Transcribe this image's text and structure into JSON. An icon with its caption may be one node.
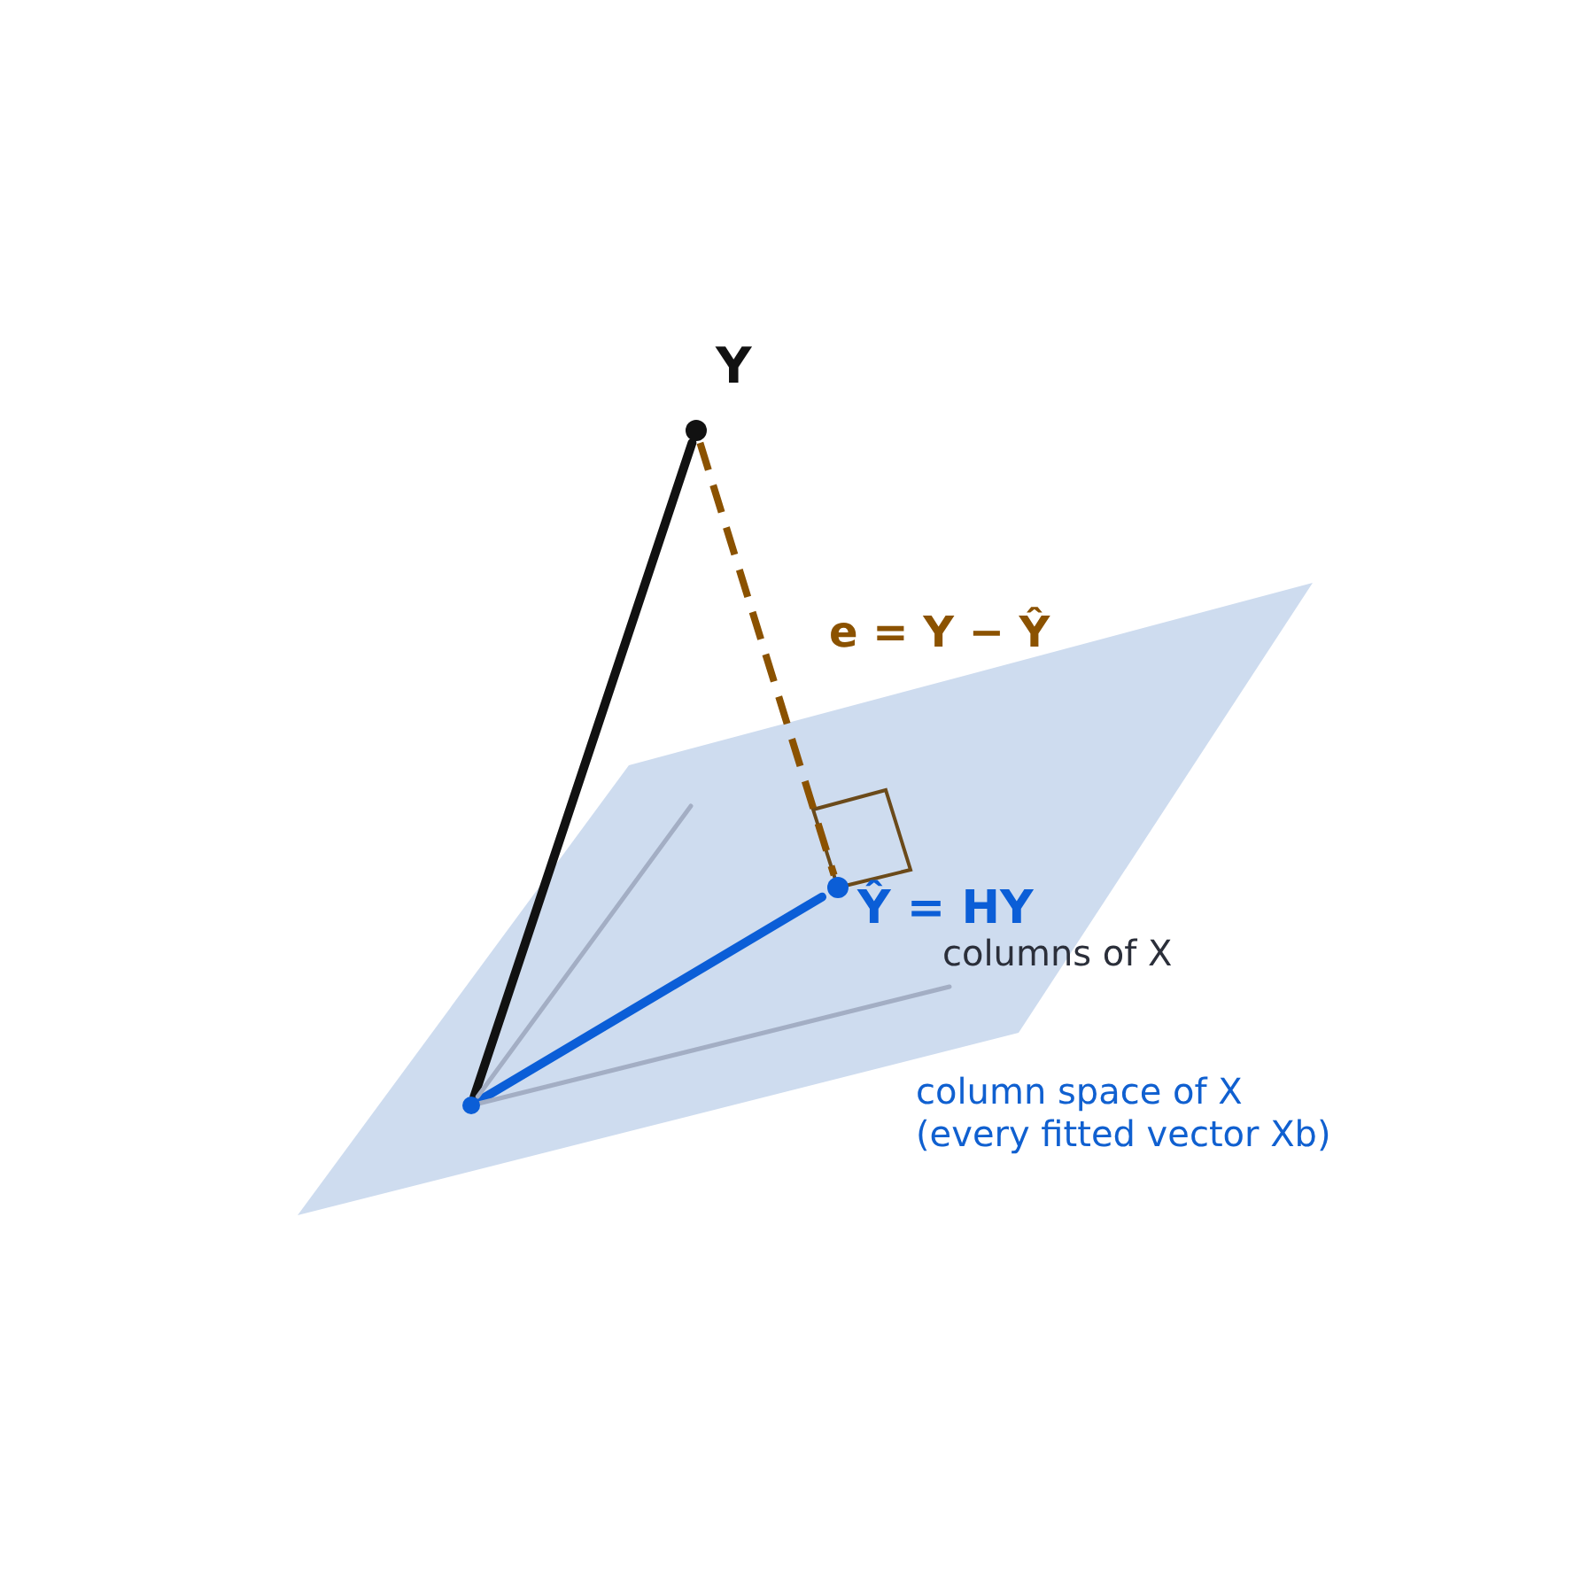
{
  "diagram": {
    "nodes": [
      {
        "text": [],
        "shape": "parallelogram",
        "beside": [
          "column space of X (every fitted vector Xb)"
        ]
      },
      {
        "text": [],
        "shape": "circle",
        "in": 0
      },
      {
        "text": [
          "Y"
        ]
      },
      {
        "text": [
          "Ŷ = HY"
        ],
        "in": 0
      }
    ],
    "edges": [
      {
        "from": 1,
        "to": 2,
        "arrow": "none",
        "color": "#111111"
      },
      {
        "from": 1,
        "to": 3,
        "arrow": "none",
        "color": "#0b5ed7"
      },
      {
        "from": 2,
        "to": 3,
        "arrow": "none",
        "style": "dashed",
        "color": "#8b5200",
        "label": "e = Y − Ŷ"
      },
      {
        "from": 1,
        "to": null,
        "arrow": "none",
        "color": "#a3aec4"
      },
      {
        "from": 1,
        "to": null,
        "arrow": "none",
        "color": "#a3aec4"
      }
    ],
    "labels": [
      "columns of X"
    ]
  }
}
